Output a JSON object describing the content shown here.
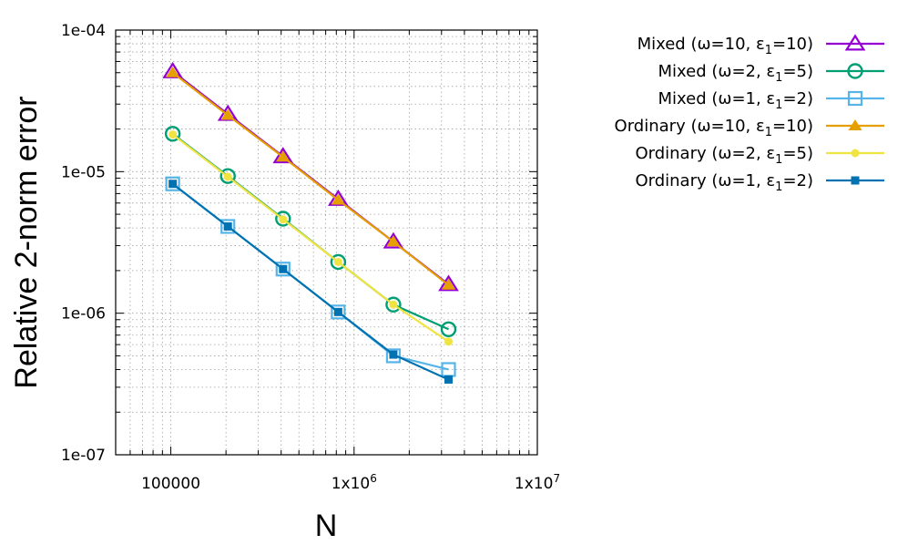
{
  "chart_data": {
    "type": "line",
    "xlabel": "N",
    "ylabel": "Relative 2-norm error",
    "x_scale": "log",
    "y_scale": "log",
    "xlim": [
      50000,
      10000000
    ],
    "ylim": [
      1e-07,
      0.0001
    ],
    "grid": true,
    "legend_position": "top-right, outside plot",
    "x_tick_labels": [
      {
        "value": 100000,
        "base": "100000",
        "exp": ""
      },
      {
        "value": 1000000,
        "base": "1x10",
        "exp": "6"
      },
      {
        "value": 10000000,
        "base": "1x10",
        "exp": "7"
      }
    ],
    "y_tick_labels": [
      {
        "value": 0.0001,
        "label": "1e-04"
      },
      {
        "value": 1e-05,
        "label": "1e-05"
      },
      {
        "value": 1e-06,
        "label": "1e-06"
      },
      {
        "value": 1e-07,
        "label": "1e-07"
      }
    ],
    "series": [
      {
        "legend_prefix": "Mixed (ω=10, ε",
        "legend_sub": "1",
        "legend_suffix": "=10)",
        "color": "#9400d3",
        "marker": "open-triangle",
        "x": [
          102400,
          204800,
          409600,
          819200,
          1638400,
          3276800
        ],
        "y": [
          5.1e-05,
          2.55e-05,
          1.28e-05,
          6.4e-06,
          3.2e-06,
          1.6e-06
        ]
      },
      {
        "legend_prefix": "Mixed (ω=2, ε",
        "legend_sub": "1",
        "legend_suffix": "=5)",
        "color": "#009e73",
        "marker": "open-circle",
        "x": [
          102400,
          204800,
          409600,
          819200,
          1638400,
          3276800
        ],
        "y": [
          1.85e-05,
          9.3e-06,
          4.65e-06,
          2.3e-06,
          1.15e-06,
          7.7e-07
        ]
      },
      {
        "legend_prefix": "Mixed (ω=1, ε",
        "legend_sub": "1",
        "legend_suffix": "=2)",
        "color": "#56b4e9",
        "marker": "open-square",
        "x": [
          102400,
          204800,
          409600,
          819200,
          1638400,
          3276800
        ],
        "y": [
          8.2e-06,
          4.1e-06,
          2.05e-06,
          1.02e-06,
          5e-07,
          4e-07
        ]
      },
      {
        "legend_prefix": "Ordinary (ω=10, ε",
        "legend_sub": "1",
        "legend_suffix": "=10)",
        "color": "#e69f00",
        "marker": "filled-triangle",
        "x": [
          102400,
          204800,
          409600,
          819200,
          1638400,
          3276800
        ],
        "y": [
          5e-05,
          2.5e-05,
          1.27e-05,
          6.3e-06,
          3.2e-06,
          1.58e-06
        ]
      },
      {
        "legend_prefix": "Ordinary (ω=2, ε",
        "legend_sub": "1",
        "legend_suffix": "=5)",
        "color": "#f0e442",
        "marker": "filled-circle",
        "x": [
          102400,
          204800,
          409600,
          819200,
          1638400,
          3276800
        ],
        "y": [
          1.83e-05,
          9.2e-06,
          4.6e-06,
          2.3e-06,
          1.15e-06,
          6.3e-07
        ]
      },
      {
        "legend_prefix": "Ordinary (ω=1, ε",
        "legend_sub": "1",
        "legend_suffix": "=2)",
        "color": "#0072b2",
        "marker": "filled-square",
        "x": [
          102400,
          204800,
          409600,
          819200,
          1638400,
          3276800
        ],
        "y": [
          8.2e-06,
          4.1e-06,
          2.05e-06,
          1.02e-06,
          5.1e-07,
          3.4e-07
        ]
      }
    ]
  }
}
